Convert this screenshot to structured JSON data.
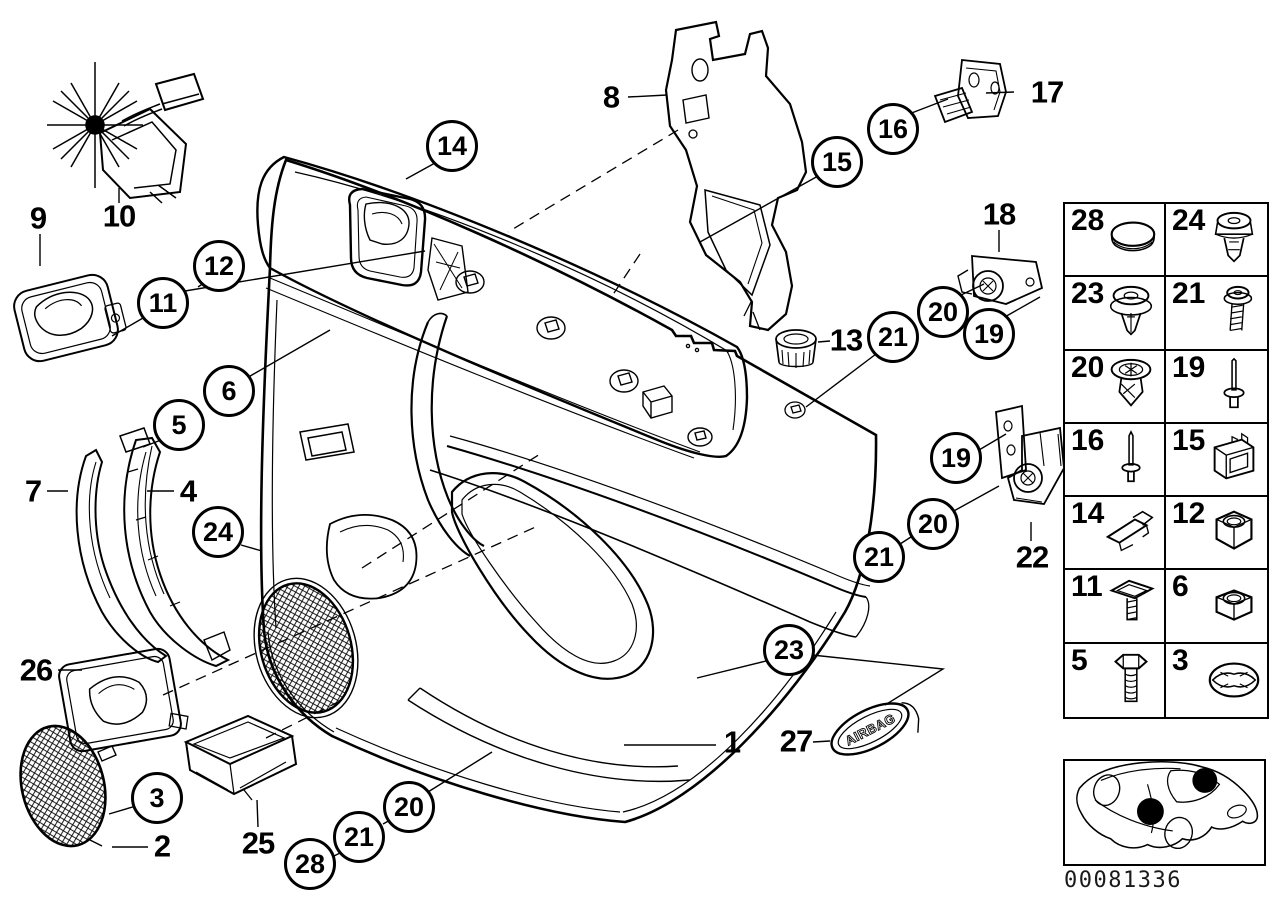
{
  "drawing_number": "00081336",
  "emblem_text": "AIRBAG",
  "callout_labels": {
    "n1": "1",
    "n2": "2",
    "n3": "3",
    "n4": "4",
    "n5": "5",
    "n6": "6",
    "n7": "7",
    "n8": "8",
    "n9": "9",
    "n10": "10",
    "n11": "11",
    "n12": "12",
    "n13": "13",
    "n14": "14",
    "n15": "15",
    "n16": "16",
    "n17": "17",
    "n18": "18",
    "n19": "19",
    "n20": "20",
    "n21": "21",
    "n22": "22",
    "n23": "23",
    "n24": "24",
    "n25": "25",
    "n26": "26",
    "n27": "27",
    "n28": "28"
  },
  "parts_table": {
    "cells": [
      {
        "number": "28",
        "icon": "sealing-cap"
      },
      {
        "number": "24",
        "icon": "expanding-rivet"
      },
      {
        "number": "23",
        "icon": "spreader-clip"
      },
      {
        "number": "21",
        "icon": "washer-screw"
      },
      {
        "number": "20",
        "icon": "expanding-nut"
      },
      {
        "number": "19",
        "icon": "blind-rivet"
      },
      {
        "number": "16",
        "icon": "long-rivet-pin"
      },
      {
        "number": "15",
        "icon": "plug-housing"
      },
      {
        "number": "14",
        "icon": "sheet-metal-clip"
      },
      {
        "number": "12",
        "icon": "hex-nut"
      },
      {
        "number": "11",
        "icon": "square-head-screw"
      },
      {
        "number": "6",
        "icon": "hex-nut-flat"
      },
      {
        "number": "5",
        "icon": "hex-bolt"
      },
      {
        "number": "3",
        "icon": "spring-washer-clip"
      }
    ]
  }
}
